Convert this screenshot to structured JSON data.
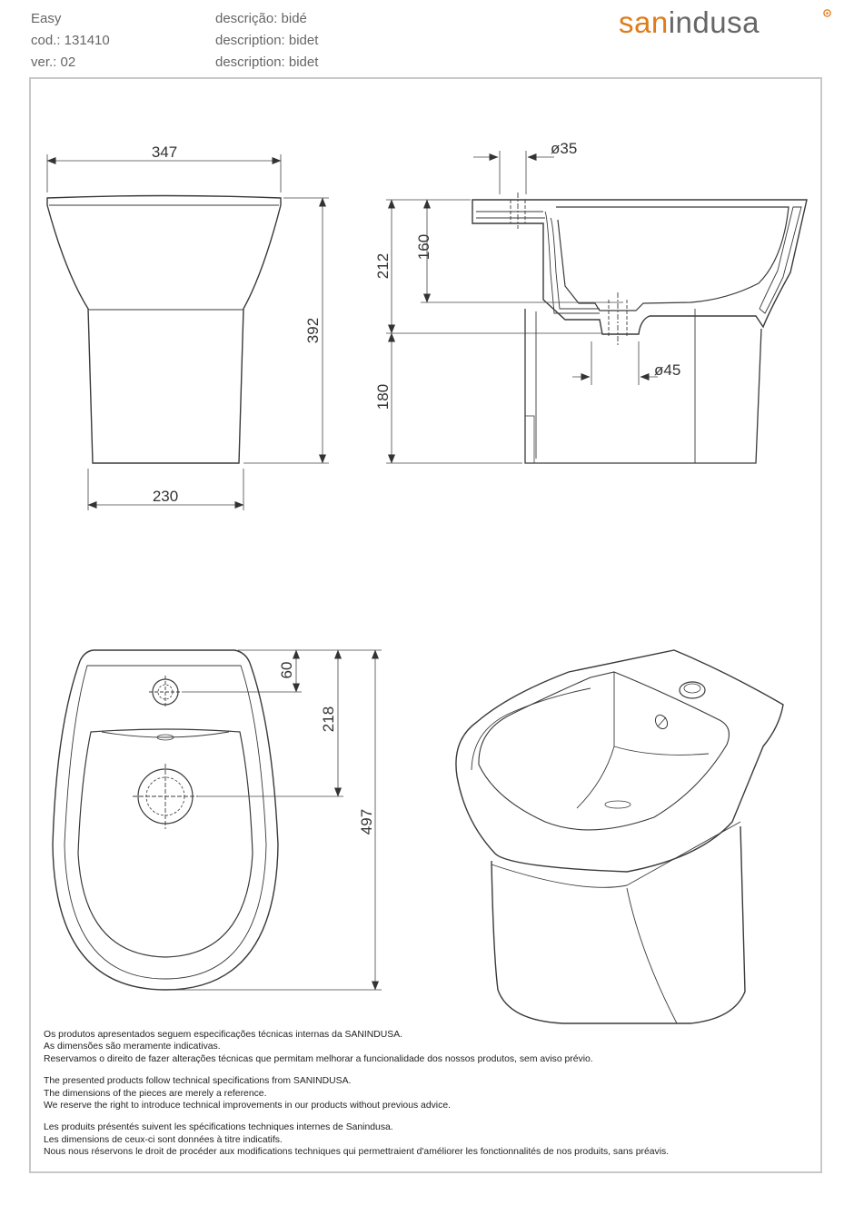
{
  "header": {
    "product_name": "Easy",
    "code": "cod.: 131410",
    "version": "ver.: 02",
    "description_pt": "descrição: bidé",
    "description_en": "description: bidet",
    "description_fr": "description: bidet"
  },
  "logo": {
    "prefix": "san",
    "suffix": "indusa",
    "brand_color": "#e07b1a",
    "text_color": "#666666"
  },
  "dimensions": {
    "front_width": "347",
    "front_base_width": "230",
    "total_height": "392",
    "rim_height": "212",
    "bowl_depth": "160",
    "base_height": "180",
    "tap_hole_diameter": "ø35",
    "waste_diameter": "ø45",
    "top_tap_offset": "60",
    "top_waste_offset": "218",
    "top_length": "497"
  },
  "notes": {
    "pt": [
      "Os produtos apresentados seguem especificações técnicas internas da SANINDUSA.",
      "As dimensões são meramente indicativas.",
      "Reservamos o direito de fazer alterações técnicas que permitam melhorar a funcionalidade dos nossos produtos, sem aviso prévio."
    ],
    "en": [
      "The presented products follow technical specifications from SANINDUSA.",
      "The dimensions of the pieces are merely a reference.",
      "We reserve the right to introduce technical improvements in our products without previous advice."
    ],
    "fr": [
      "Les produits présentés suivent les spécifications techniques internes de Sanindusa.",
      "Les dimensions de ceux-ci sont données à titre indicatifs.",
      "Nous nous réservons le droit de procéder aux modifications techniques qui permettraient d'améliorer les fonctionnalités de nos produits, sans préavis."
    ]
  }
}
